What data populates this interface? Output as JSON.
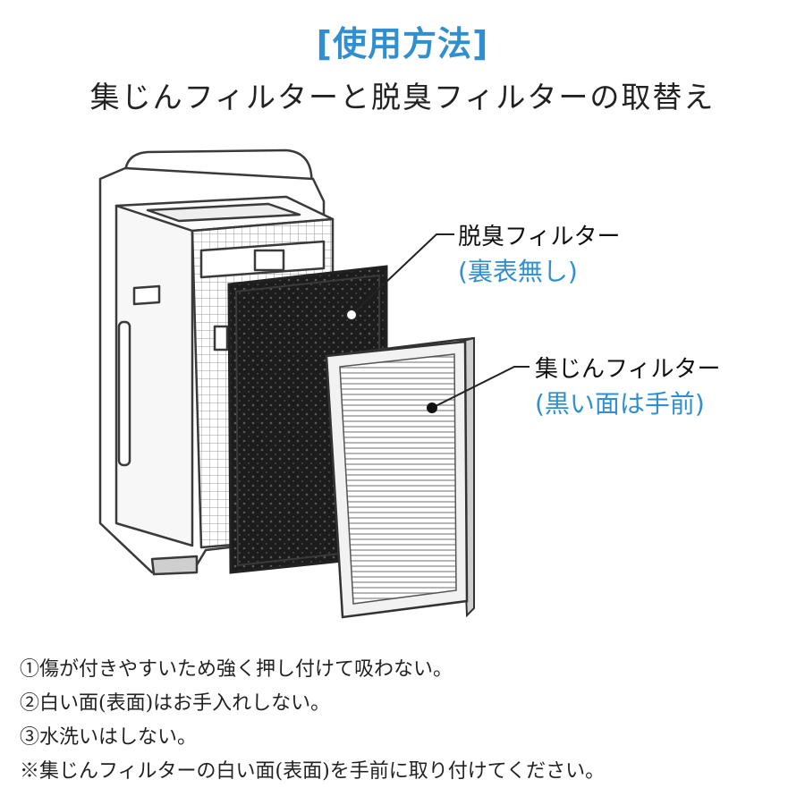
{
  "header": {
    "title": "[使用方法]",
    "subtitle": "集じんフィルターと脱臭フィルターの取替え"
  },
  "callouts": {
    "deodorizing": {
      "label": "脱臭フィルター",
      "sub": "(裏表無し)"
    },
    "dust": {
      "label": "集じんフィルター",
      "sub": "(黒い面は手前)"
    }
  },
  "notes": [
    "①傷が付きやすいため強く押し付けて吸わない。",
    "②白い面(表面)はお手入れしない。",
    "③水洗いはしない。",
    "※集じんフィルターの白い面(表面)を手前に取り付けてください。"
  ],
  "colors": {
    "accent": "#2f8fd0",
    "text": "#222222",
    "line": "#333333"
  }
}
